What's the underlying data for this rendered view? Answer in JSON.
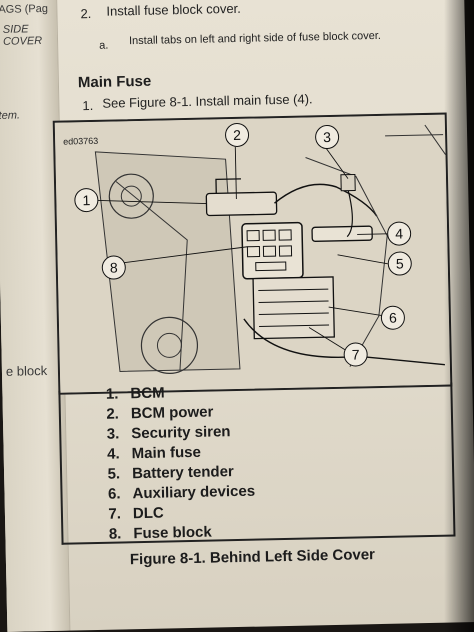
{
  "left_page": {
    "line1": "AGS (Pag",
    "line2": "SIDE COVER",
    "line3": "tem.",
    "line4": "e block"
  },
  "steps": {
    "step2_num": "2.",
    "step2_text": "Install fuse block cover.",
    "step2a_num": "a.",
    "step2a_text": "Install tabs on left and right side of fuse block cover."
  },
  "section": {
    "heading": "Main Fuse",
    "step1_num": "1.",
    "step1_text": "See Figure 8-1. Install main fuse (4)."
  },
  "figure": {
    "id": "ed03763",
    "callouts": [
      "1",
      "2",
      "3",
      "4",
      "5",
      "6",
      "7",
      "8"
    ]
  },
  "legend": [
    {
      "num": "1.",
      "label": "BCM"
    },
    {
      "num": "2.",
      "label": "BCM power"
    },
    {
      "num": "3.",
      "label": "Security siren"
    },
    {
      "num": "4.",
      "label": "Main fuse"
    },
    {
      "num": "5.",
      "label": "Battery tender"
    },
    {
      "num": "6.",
      "label": "Auxiliary devices"
    },
    {
      "num": "7.",
      "label": "DLC"
    },
    {
      "num": "8.",
      "label": "Fuse block"
    }
  ],
  "caption": "Figure 8-1. Behind Left Side Cover"
}
